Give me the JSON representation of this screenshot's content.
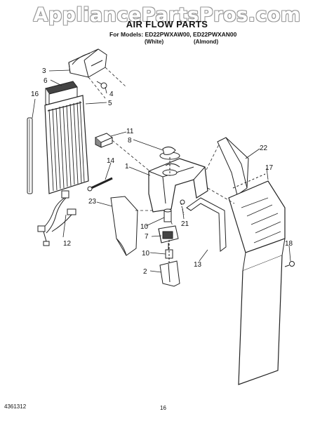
{
  "watermark": "AppliancePartsPros.com",
  "title": "AIR FLOW PARTS",
  "models_line": "For Models: ED22PWXAW00, ED22PWXAN00",
  "color_white": "(White)",
  "color_almond": "(Almond)",
  "doc_number": "4361312",
  "page_number": "16",
  "callouts": [
    "3",
    "6",
    "16",
    "4",
    "5",
    "11",
    "8",
    "14",
    "1",
    "22",
    "17",
    "23",
    "12",
    "10",
    "21",
    "7",
    "13",
    "18",
    "10",
    "2"
  ]
}
